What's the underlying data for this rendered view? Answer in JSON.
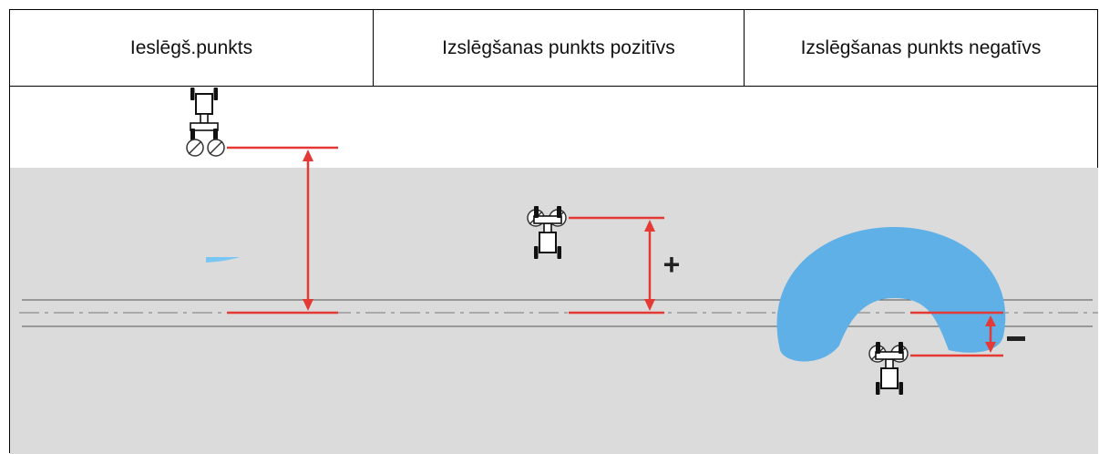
{
  "header": {
    "col1": "Ieslēgš.punkts",
    "col2": "Izslēgšanas punkts pozitīvs",
    "col3": "Izslēgšanas punkts negatīvs"
  },
  "signs": {
    "plus": "+",
    "minus": "–"
  },
  "colors": {
    "field_grey": "#dbdbdb",
    "spray_light": "#79c6f5",
    "spray_dark": "#5fb0e6",
    "marker_red": "#e53935",
    "tractor": "#111111"
  },
  "icons": [
    "tractor-icon",
    "nozzle-icon",
    "up-down-arrow-icon"
  ]
}
